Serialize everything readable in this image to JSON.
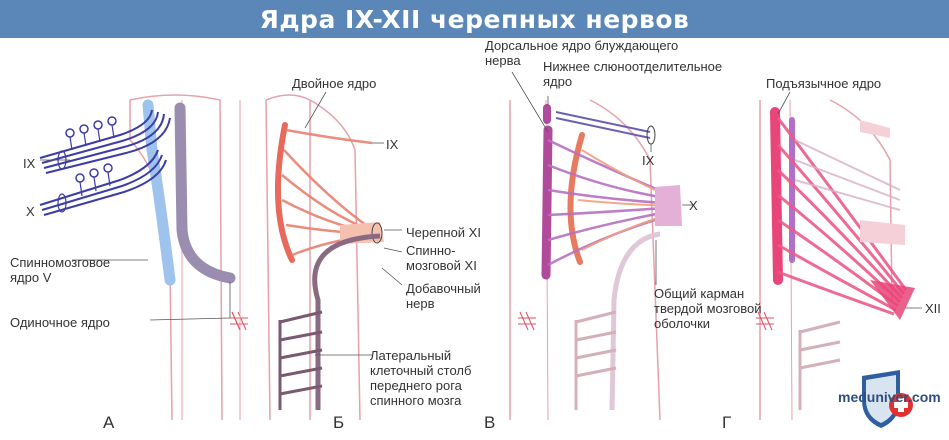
{
  "title": "Ядра IX-XII черепных нервов",
  "panels": {
    "a": "А",
    "b": "Б",
    "v": "В",
    "g": "Г"
  },
  "labels": {
    "ix_a": "IX",
    "x_a": "X",
    "spinal_v": [
      "Спинномозговое",
      "ядро V"
    ],
    "solitary": "Одиночное ядро",
    "ambiguus": "Двойное ядро",
    "ix_b": "IX",
    "cranial_xi": "Черепной XI",
    "spinal_xi": [
      "Спинно-",
      "мозговой XI"
    ],
    "accessory": [
      "Добавочный",
      "нерв"
    ],
    "lateral_column": [
      "Латеральный",
      "клеточный столб",
      "переднего рога",
      "спинного мозга"
    ],
    "dorsal_vagus": [
      "Дорсальное ядро блуждающего",
      "нерва"
    ],
    "inf_salivatory": [
      "Нижнее слюноотделительное",
      "ядро"
    ],
    "ix_v": "IX",
    "x_v": "X",
    "dural_sheath": [
      "Общий карман",
      "твердой мозговой",
      "оболочки"
    ],
    "hypoglossal": "Подъязычное ядро",
    "xii": "XII"
  },
  "watermark": "meduniver.com",
  "colors": {
    "title_bg": "#5a87b8",
    "outline": "#e8a0aa",
    "nerve_blue": "#3c3ca8",
    "ambiguus": "#e86a5c",
    "dorsal_vagus": "#b04a9a",
    "hypoglossal": "#e8457a"
  }
}
